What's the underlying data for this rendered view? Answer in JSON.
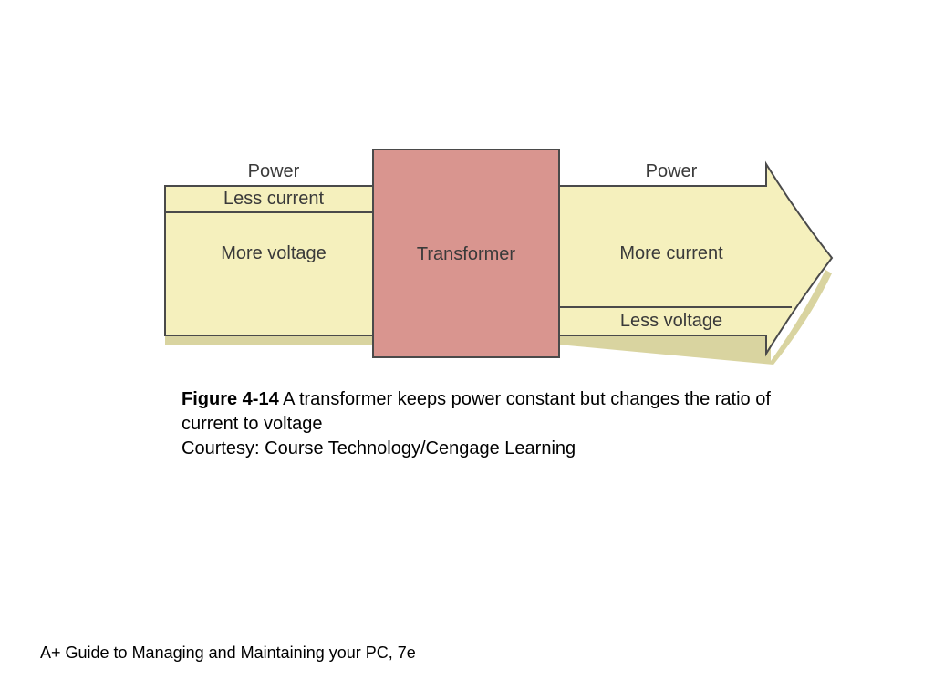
{
  "diagram": {
    "left_band": {
      "top_label": "Power",
      "upper_label": "Less current",
      "lower_label": "More voltage"
    },
    "transformer": {
      "label": "Transformer"
    },
    "right_arrow": {
      "top_label": "Power",
      "upper_label": "More current",
      "lower_label": "Less voltage"
    },
    "colors": {
      "band_fill": "#f5f0bd",
      "band_shadow": "#d9d4a0",
      "transformer_fill": "#d9958f",
      "stroke": "#4a4a4a"
    }
  },
  "caption": {
    "figure_number": "Figure 4-14",
    "description": "A transformer keeps power constant but changes the ratio of current to voltage",
    "credit": "Courtesy: Course Technology/Cengage Learning"
  },
  "footer": {
    "text": "A+ Guide to Managing and Maintaining your PC, 7e"
  }
}
